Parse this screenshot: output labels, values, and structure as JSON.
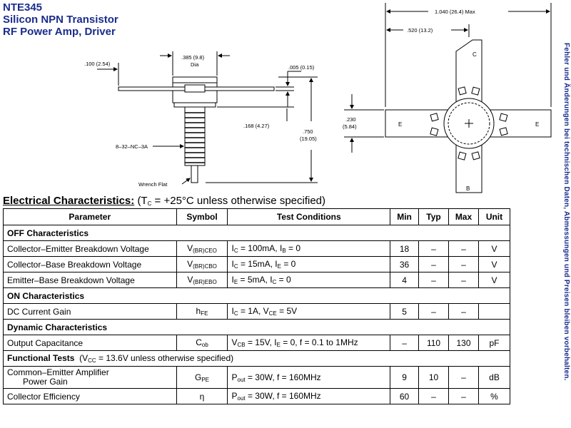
{
  "title": {
    "part_number": "NTE345",
    "line1": "Silicon NPN Transistor",
    "line2": "RF Power Amp, Driver"
  },
  "side_note": "Fehler und Änderungen bei technischen Daten, Abmessungen und Preisen bleiben vorbehalten.",
  "diagram": {
    "dim_100": ".100 (2.54)",
    "dim_385": ".385 (9.8)",
    "dim_dia": "Dia",
    "dim_005": ".005 (0.15)",
    "dim_168": ".168 (4.27)",
    "dim_750": ".750",
    "dim_750mm": "(19.05)",
    "thread": "8–32–NC–3A",
    "wrench": "Wrench Flat",
    "dim_1040": "1.040 (26.4) Max",
    "dim_520": ".520 (13.2)",
    "dim_230": ".230",
    "dim_230mm": "(5.84)",
    "pin_c": "C",
    "pin_e_left": "E",
    "pin_e_right": "E",
    "pin_b": "B"
  },
  "electrical": {
    "heading": "Electrical Characteristics:",
    "condition_pre": "(T",
    "condition_sub": "C",
    "condition_post": " = +25°C unless otherwise specified)",
    "headers": {
      "parameter": "Parameter",
      "symbol": "Symbol",
      "test_conditions": "Test Conditions",
      "min": "Min",
      "typ": "Typ",
      "max": "Max",
      "unit": "Unit"
    },
    "off_group": "OFF Characteristics",
    "on_group": "ON Characteristics",
    "dynamic_group": "Dynamic Characteristics",
    "functional_group": "Functional Tests",
    "functional_cond": "(V",
    "functional_cond_sub": "CC",
    "functional_cond_post": " = 13.6V unless otherwise specified)",
    "rows": {
      "r1": {
        "parameter": "Collector–Emitter Breakdown Voltage",
        "sym": "V",
        "sym_sub": "(BR)CEO",
        "c1": "I",
        "c1s": "C",
        "c2": " = 100mA, I",
        "c2s": "B",
        "c3": " = 0",
        "min": "18",
        "typ": "–",
        "max": "–",
        "unit": "V"
      },
      "r2": {
        "parameter": "Collector–Base Breakdown Voltage",
        "sym": "V",
        "sym_sub": "(BR)CBO",
        "c1": "I",
        "c1s": "C",
        "c2": " = 15mA, I",
        "c2s": "E",
        "c3": " = 0",
        "min": "36",
        "typ": "–",
        "max": "–",
        "unit": "V"
      },
      "r3": {
        "parameter": "Emitter–Base Breakdown Voltage",
        "sym": "V",
        "sym_sub": "(BR)EBO",
        "c1": "I",
        "c1s": "E",
        "c2": " = 5mA, I",
        "c2s": "C",
        "c3": " = 0",
        "min": "4",
        "typ": "–",
        "max": "–",
        "unit": "V"
      },
      "r4": {
        "parameter": "DC Current Gain",
        "sym": "h",
        "sym_sub": "FE",
        "c1": "I",
        "c1s": "C",
        "c2": " = 1A, V",
        "c2s": "CE",
        "c3": " = 5V",
        "min": "5",
        "typ": "–",
        "max": "–",
        "unit": ""
      },
      "r5": {
        "parameter": "Output Capacitance",
        "sym": "C",
        "sym_sub": "ob",
        "c1": "V",
        "c1s": "CB",
        "c2": " = 15V, I",
        "c2s": "E",
        "c3": " = 0, f = 0.1 to 1MHz",
        "min": "–",
        "typ": "110",
        "max": "130",
        "unit": "pF"
      },
      "r6": {
        "parameter_l1": "Common–Emitter Amplifier",
        "parameter_l2": "Power Gain",
        "sym": "G",
        "sym_sub": "PE",
        "c1": "P",
        "c1s": "out",
        "c2": " = 30W, f = 160MHz",
        "min": "9",
        "typ": "10",
        "max": "–",
        "unit": "dB"
      },
      "r7": {
        "parameter": "Collector Efficiency",
        "sym": "η",
        "c1": "P",
        "c1s": "out",
        "c2": " = 30W, f = 160MHz",
        "min": "60",
        "typ": "–",
        "max": "–",
        "unit": "%"
      }
    }
  }
}
